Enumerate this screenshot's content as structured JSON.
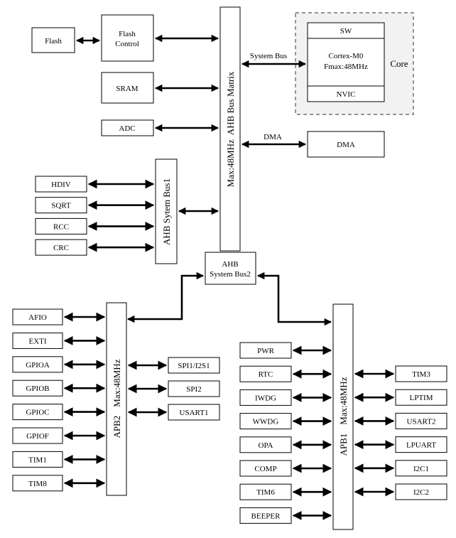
{
  "core": {
    "label": "Core",
    "sw": "SW",
    "cpu_line1": "Cortex-M0",
    "cpu_line2": "Fmax:48MHz",
    "nvic": "NVIC"
  },
  "ahb_matrix": {
    "label": "AHB Bus Matrix",
    "freq": "Max:48MHz"
  },
  "flash": "Flash",
  "flash_control_line1": "Flash",
  "flash_control_line2": "Control",
  "sram": "SRAM",
  "adc": "ADC",
  "dma": "DMA",
  "system_bus_label": "System Bus",
  "dma_link_label": "DMA",
  "ahb_bus1": "AHB Sytem Bus1",
  "ahb_bus1_peripherals": [
    "HDIV",
    "SQRT",
    "RCC",
    "CRC"
  ],
  "ahb_bus2_line1": "AHB",
  "ahb_bus2_line2": "System Bus2",
  "apb2": {
    "name": "APB2",
    "freq": "Max:48MHz"
  },
  "apb2_left": [
    "AFIO",
    "EXTI",
    "GPIOA",
    "GPIOB",
    "GPIOC",
    "GPIOF",
    "TIM1",
    "TIM8"
  ],
  "apb2_right": [
    "SPI1/I2S1",
    "SPI2",
    "USART1"
  ],
  "apb1": {
    "name": "APB1",
    "freq": "Max:48MHz"
  },
  "apb1_left": [
    "PWR",
    "RTC",
    "IWDG",
    "WWDG",
    "OPA",
    "COMP",
    "TIM6",
    "BEEPER"
  ],
  "apb1_right": [
    "TIM3",
    "LPTIM",
    "USART2",
    "LPUART",
    "I2C1",
    "I2C2"
  ]
}
